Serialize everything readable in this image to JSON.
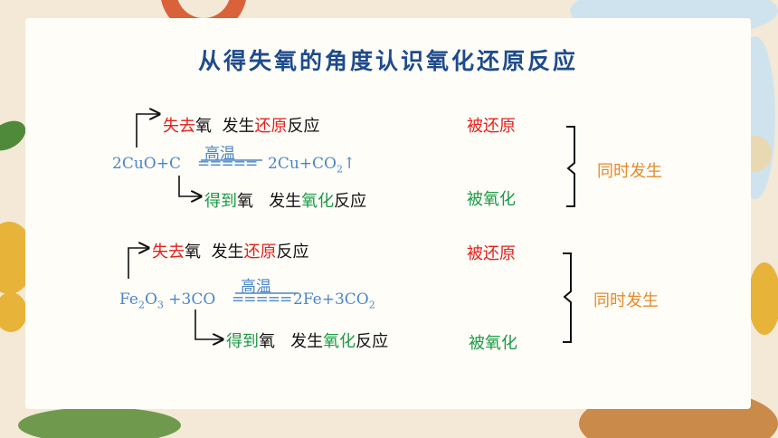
{
  "title": "从得失氧的角度认识氧化还原反应",
  "reaction1": {
    "top": {
      "lose": "失去",
      "oxygen": "氧",
      "happen": "发生",
      "kind": "还原",
      "react": "反应"
    },
    "condition": "高温",
    "reactants": "2CuO+C",
    "arrow": "=====",
    "product_pre": "2Cu+CO",
    "product_sub": "2",
    "product_post": "↑",
    "bottom": {
      "gain": "得到",
      "oxygen": "氧",
      "happen": "发生",
      "kind": "氧化",
      "react": "反应"
    },
    "reduced": "被还原",
    "oxidized": "被氧化",
    "simultaneous": "同时发生"
  },
  "reaction2": {
    "top": {
      "lose": "失去",
      "oxygen": "氧",
      "happen": "发生",
      "kind": "还原",
      "react": "反应"
    },
    "condition": "高温",
    "fe": "Fe",
    "sub_a": "2",
    "o": "O",
    "sub_b": "3",
    "rest": " +3CO",
    "arrow": "=====",
    "product_pre": "2Fe+3CO",
    "product_sub": "2",
    "bottom": {
      "gain": "得到",
      "oxygen": "氧",
      "happen": "发生",
      "kind": "氧化",
      "react": "反应"
    },
    "reduced": "被还原",
    "oxidized": "被氧化",
    "simultaneous": "同时发生"
  },
  "colors": {
    "title": "#1e4b8c",
    "red": "#e3201b",
    "green": "#1b9a45",
    "blue": "#4a86c8",
    "orange": "#e58a2b"
  }
}
